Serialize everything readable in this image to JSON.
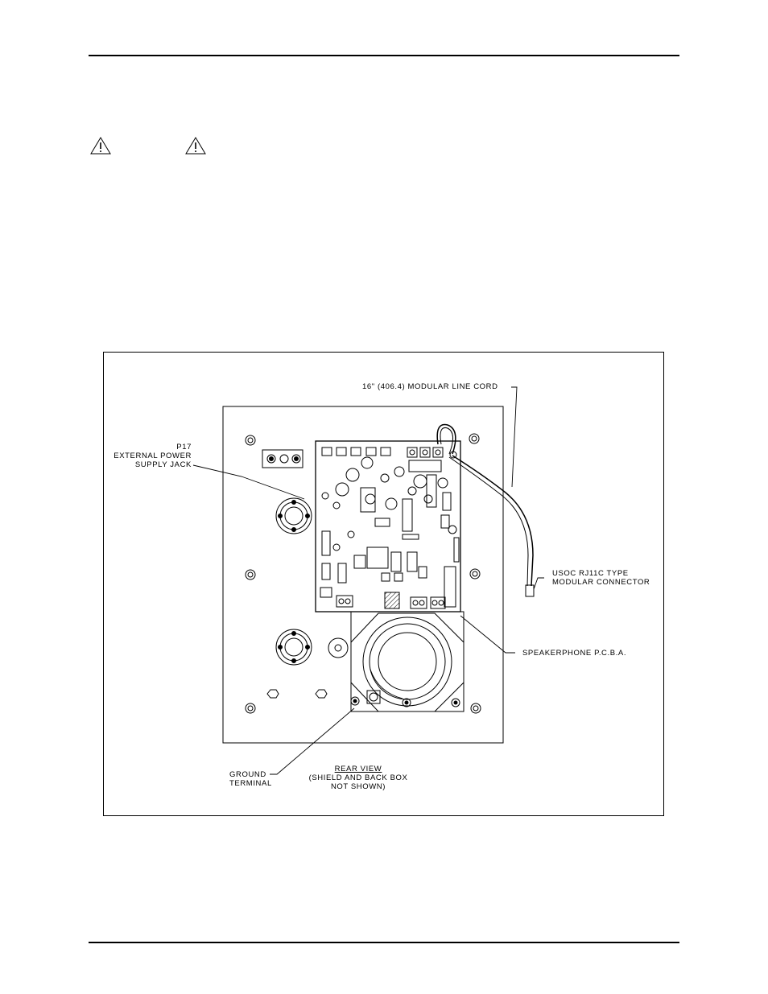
{
  "callouts": {
    "line_cord": "16\" (406.4) MODULAR LINE CORD",
    "p17_line1": "P17",
    "p17_line2": "EXTERNAL POWER",
    "p17_line3": "SUPPLY JACK",
    "usoc_line1": "USOC RJ11C TYPE",
    "usoc_line2": "MODULAR CONNECTOR",
    "pcba": "SPEAKERPHONE P.C.B.A.",
    "ground_line1": "GROUND",
    "ground_line2": "TERMINAL",
    "view_title": "REAR VIEW",
    "view_note_line1": "(SHIELD AND BACK BOX",
    "view_note_line2": "NOT SHOWN)"
  },
  "icons": [
    "warning-triangle-icon",
    "warning-triangle-icon"
  ]
}
